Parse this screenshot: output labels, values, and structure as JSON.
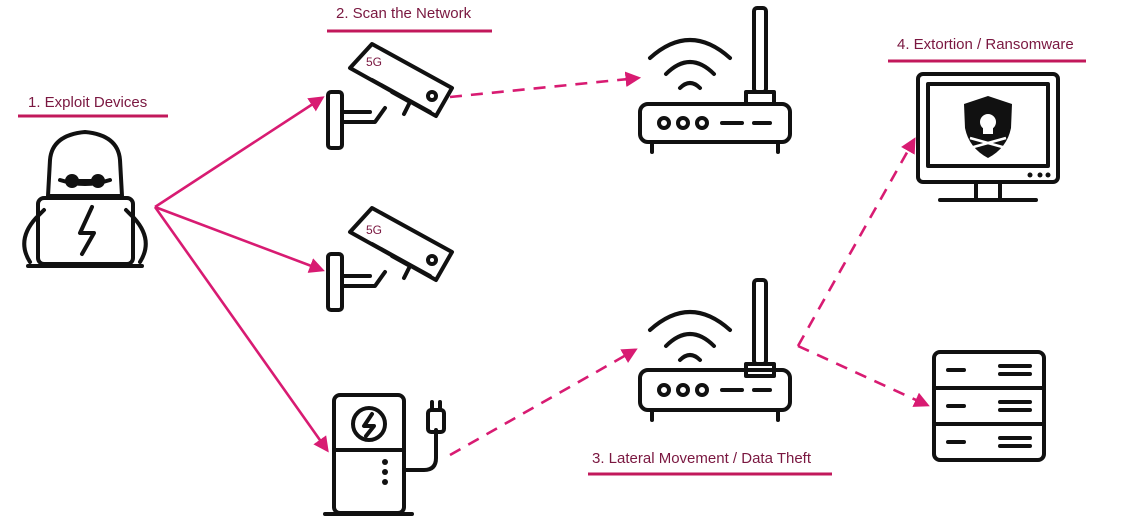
{
  "diagram": {
    "steps": {
      "exploit": "1. Exploit Devices",
      "scan": "2. Scan the Network",
      "lateral": "3. Lateral Movement / Data Theft",
      "extortion": "4. Extortion / Ransomware"
    },
    "camera_badge_top": "5G",
    "camera_badge_mid": "5G"
  },
  "colors": {
    "accent": "#d81b72",
    "label_text": "#7a1740",
    "icon_stroke": "#111111"
  },
  "icons": [
    "hacker-icon",
    "security-camera-icon",
    "ev-charger-icon",
    "wifi-router-icon",
    "monitor-ransomware-icon",
    "server-rack-icon"
  ]
}
